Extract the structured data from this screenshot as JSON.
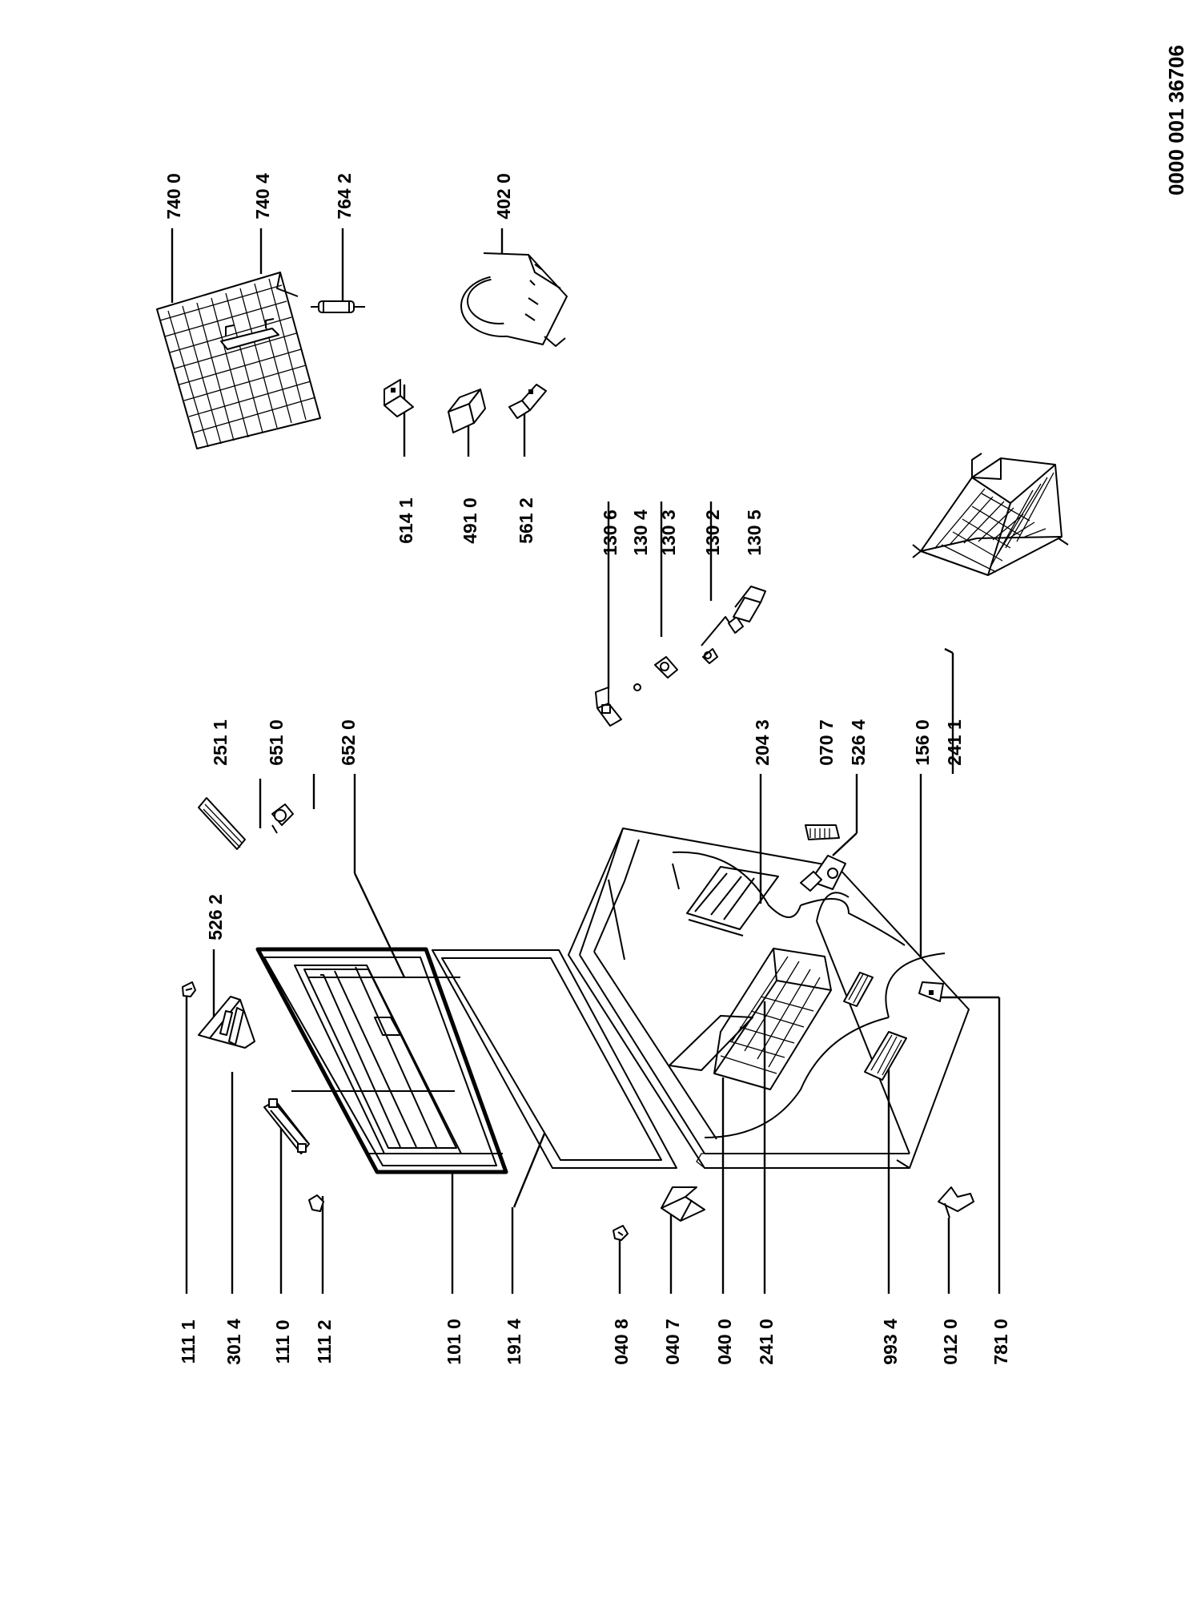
{
  "document": {
    "id": "0000 001 36706"
  },
  "part_labels": [
    "111 1",
    "301 4",
    "111 0",
    "111 2",
    "101 0",
    "191 4",
    "040 8",
    "040 7",
    "040 0",
    "241 0",
    "993 4",
    "012 0",
    "781 0",
    "526 2",
    "251 1",
    "651 0",
    "652 0",
    "204 3",
    "070 7",
    "526 4",
    "156 0",
    "241 1",
    "130 6",
    "130 4",
    "130 3",
    "130 2",
    "130 5",
    "614 1",
    "491 0",
    "561 2",
    "740 0",
    "740 4",
    "764 2",
    "402 0"
  ]
}
